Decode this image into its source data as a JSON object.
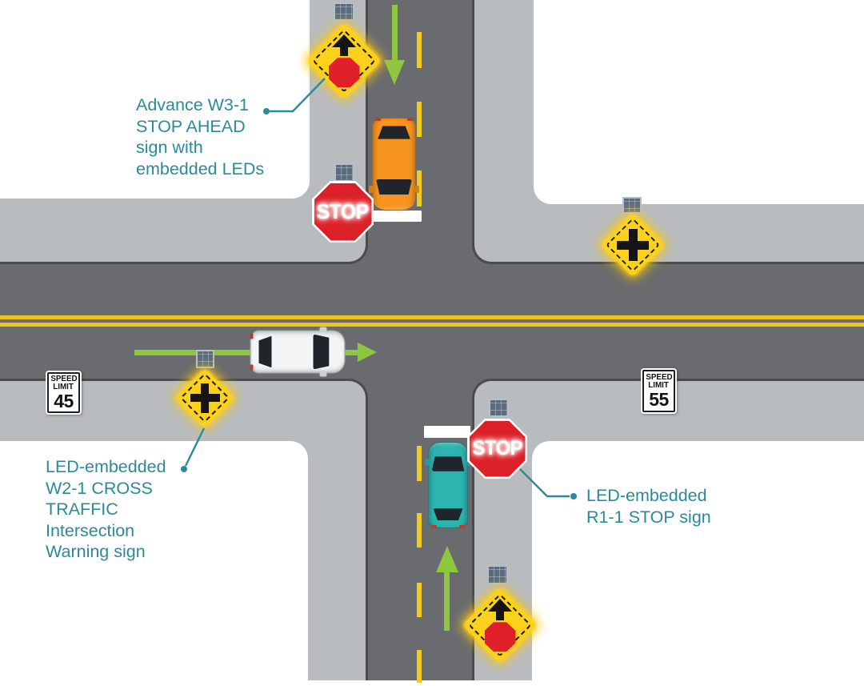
{
  "labels": {
    "advance_w31": {
      "lines": [
        "Advance W3-1",
        "STOP AHEAD",
        "sign with",
        "embedded LEDs"
      ]
    },
    "cross_w21": {
      "lines": [
        "LED-embedded",
        "W2-1 CROSS",
        "TRAFFIC",
        "Intersection",
        "Warning sign"
      ]
    },
    "stop_r11": {
      "lines": [
        "LED-embedded",
        "R1-1 STOP sign"
      ]
    }
  },
  "signs": {
    "stop": {
      "text": "STOP"
    },
    "speed_limit_west": {
      "line1": "SPEED",
      "line2": "LIMIT",
      "value": "45"
    },
    "speed_limit_east": {
      "line1": "SPEED",
      "line2": "LIMIT",
      "value": "55"
    }
  },
  "colors": {
    "label_teal": "#2A8A9B",
    "road_gray": "#6A6B6E",
    "shoulder_gray": "#B9BCBE",
    "curb_gray": "#4A4B4D",
    "sign_yellow": "#FBD11B",
    "stop_red": "#DC2028",
    "lane_yellow": "#EFC31A",
    "arrow_green": "#8DC63F",
    "car_southbound": "#F7941E",
    "car_eastbound": "#F4F5F6",
    "car_northbound": "#2CB5B0"
  }
}
